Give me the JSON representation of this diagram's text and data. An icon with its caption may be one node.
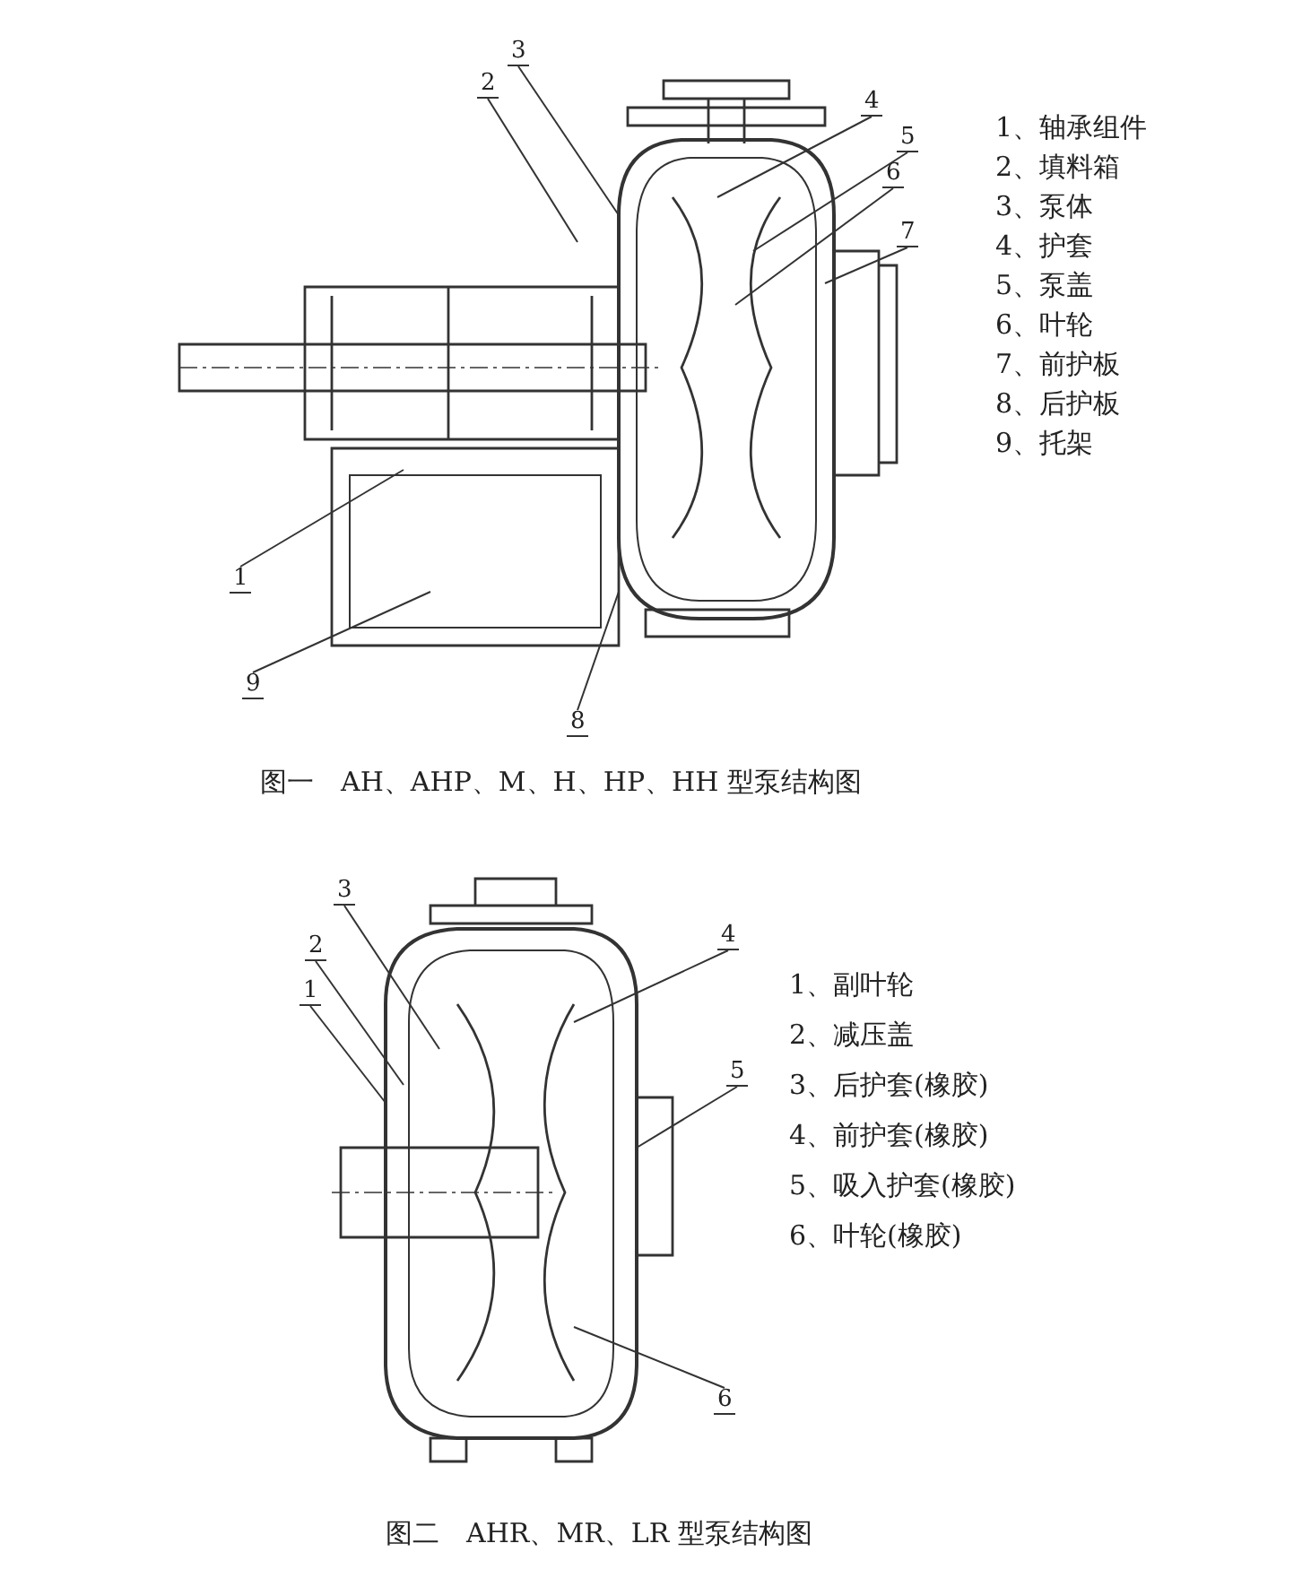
{
  "diagram": {
    "nodes": [
      {
        "text": [
          "3"
        ]
      },
      {
        "text": [
          "2"
        ]
      },
      {
        "text": [
          "4"
        ]
      },
      {
        "text": [
          "5"
        ]
      },
      {
        "text": [
          "6"
        ]
      },
      {
        "text": [
          "7"
        ]
      },
      {
        "text": [
          "1"
        ]
      },
      {
        "text": [
          "9"
        ]
      },
      {
        "text": [
          "8"
        ]
      },
      {
        "text": [
          "3"
        ]
      },
      {
        "text": [
          "4"
        ]
      },
      {
        "text": [
          "2"
        ]
      },
      {
        "text": [
          "1"
        ]
      },
      {
        "text": [
          "5"
        ]
      },
      {
        "text": [
          "6"
        ]
      }
    ],
    "edges": [
      {
        "from": 0,
        "to": null,
        "arrow": "none"
      },
      {
        "from": 1,
        "to": null,
        "arrow": "none"
      },
      {
        "from": 2,
        "to": null,
        "arrow": "none"
      },
      {
        "from": 3,
        "to": null,
        "arrow": "none"
      },
      {
        "from": 4,
        "to": null,
        "arrow": "none"
      },
      {
        "from": 5,
        "to": null,
        "arrow": "none"
      },
      {
        "from": 6,
        "to": null,
        "arrow": "none"
      },
      {
        "from": 7,
        "to": null,
        "arrow": "none"
      },
      {
        "from": 8,
        "to": null,
        "arrow": "none"
      },
      {
        "from": 9,
        "to": null,
        "arrow": "none"
      },
      {
        "from": 10,
        "to": null,
        "arrow": "none"
      },
      {
        "from": 11,
        "to": null,
        "arrow": "none"
      },
      {
        "from": 12,
        "to": null,
        "arrow": "none"
      },
      {
        "from": 13,
        "to": null,
        "arrow": "none"
      },
      {
        "from": 14,
        "to": null,
        "arrow": "none"
      }
    ],
    "labels": [
      "1、轴承组件",
      "2、填料箱",
      "3、泵体",
      "4、护套",
      "5、泵盖",
      "6、叶轮",
      "7、前护板",
      "8、后护板",
      "9、托架",
      "图一　AH、AHP、M、H、HP、HH 型泵结构图",
      "1、副叶轮",
      "2、减压盖",
      "3、后护套(橡胶)",
      "4、前护套(橡胶)",
      "5、吸入护套(橡胶)",
      "6、叶轮(橡胶)",
      "图二　AHR、MR、LR 型泵结构图"
    ]
  }
}
